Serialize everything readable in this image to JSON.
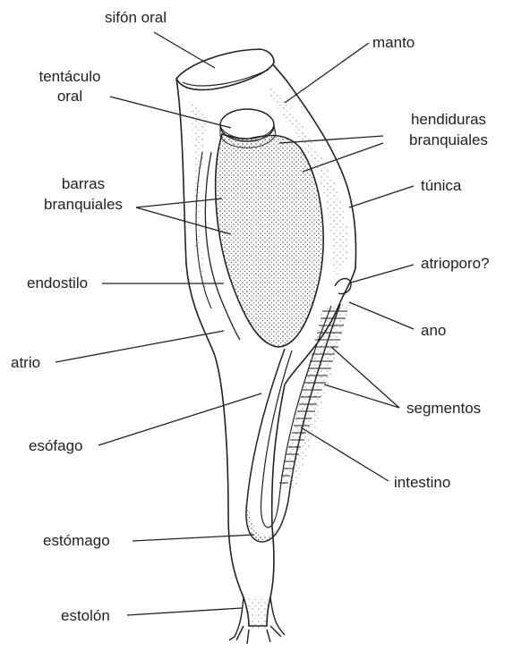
{
  "figure": {
    "colors": {
      "ink": "#222222",
      "stipple": "#555555",
      "background": "#ffffff"
    },
    "labels": {
      "sifon_oral": "sifón oral",
      "manto": "manto",
      "tentaculo_oral_1": "tentáculo",
      "tentaculo_oral_2": "oral",
      "hendiduras_1": "hendiduras",
      "hendiduras_2": "branquiales",
      "barras_1": "barras",
      "barras_2": "branquiales",
      "tunica": "túnica",
      "atrioporo": "atrioporo?",
      "endostilo": "endostilo",
      "ano": "ano",
      "atrio": "atrio",
      "segmentos": "segmentos",
      "esofago": "esófago",
      "intestino": "intestino",
      "estomago": "estómago",
      "estolon": "estolón"
    }
  }
}
